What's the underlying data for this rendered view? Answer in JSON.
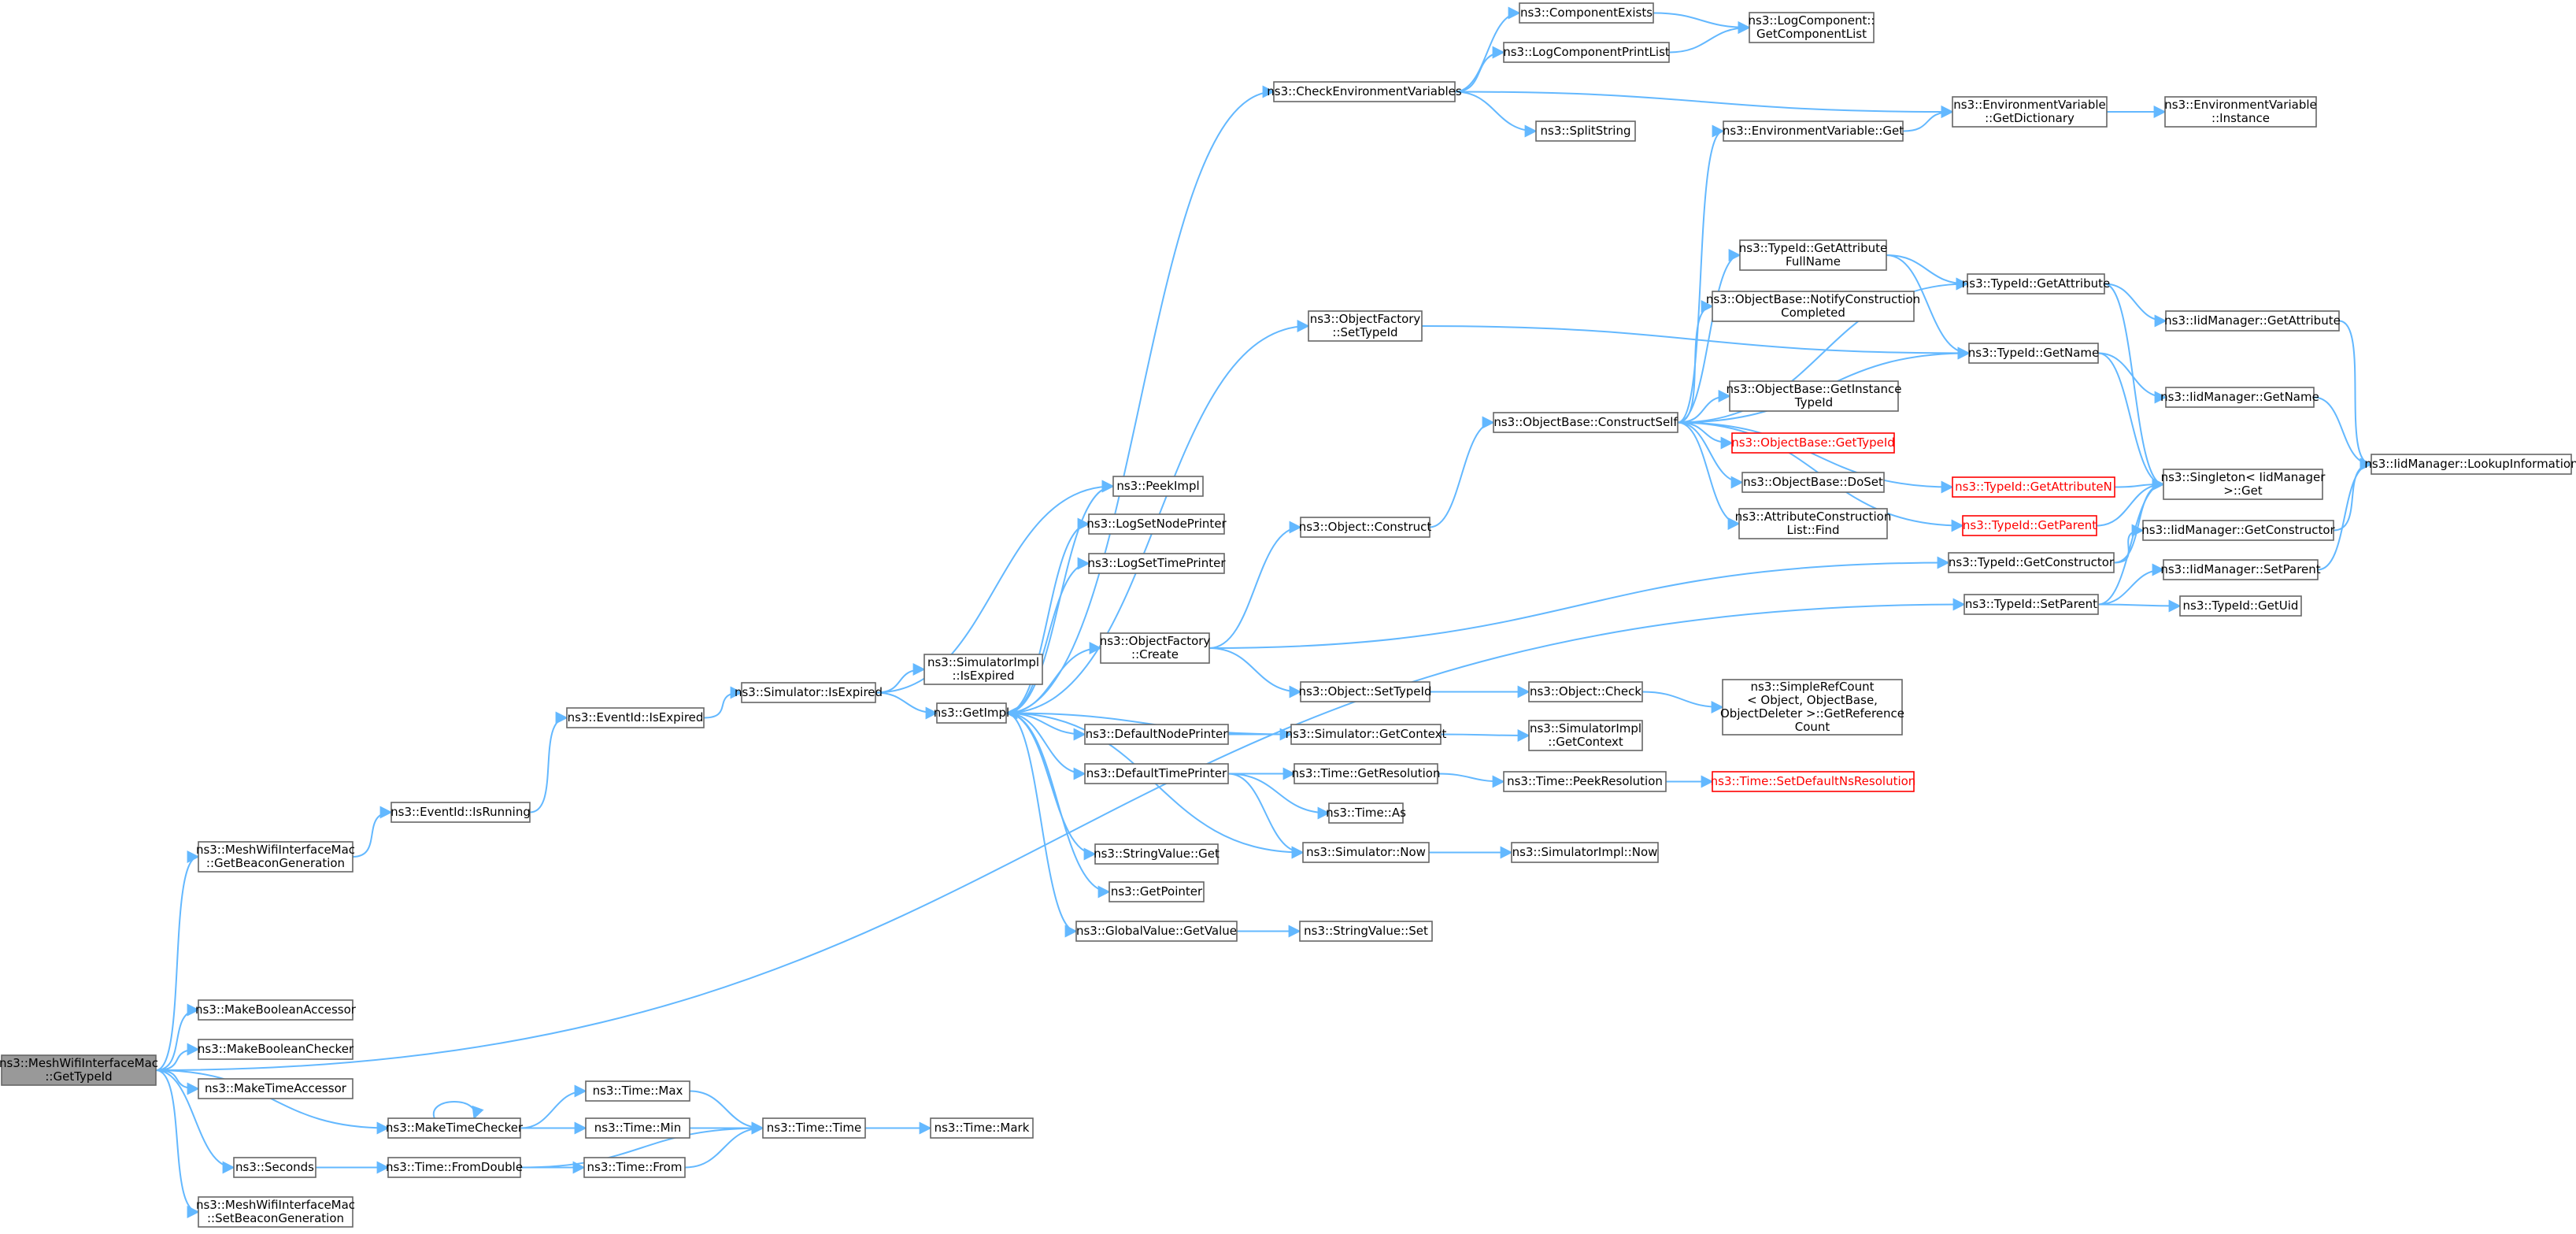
{
  "nodes": [
    {
      "id": "root",
      "lines": [
        "ns3::MeshWifiInterfaceMac",
        "::GetTypeId"
      ],
      "style": "root"
    },
    {
      "id": "getbeacon",
      "lines": [
        "ns3::MeshWifiInterfaceMac",
        "::GetBeaconGeneration"
      ]
    },
    {
      "id": "makebooleanaccessor",
      "lines": [
        "ns3::MakeBooleanAccessor"
      ]
    },
    {
      "id": "makebooleanchecker",
      "lines": [
        "ns3::MakeBooleanChecker"
      ]
    },
    {
      "id": "maketimeaccessor",
      "lines": [
        "ns3::MakeTimeAccessor"
      ]
    },
    {
      "id": "maketimechecker",
      "lines": [
        "ns3::MakeTimeChecker"
      ]
    },
    {
      "id": "seconds",
      "lines": [
        "ns3::Seconds"
      ]
    },
    {
      "id": "setbeacon",
      "lines": [
        "ns3::MeshWifiInterfaceMac",
        "::SetBeaconGeneration"
      ]
    },
    {
      "id": "eventid_isrunning",
      "lines": [
        "ns3::EventId::IsRunning"
      ]
    },
    {
      "id": "eventid_isexpired",
      "lines": [
        "ns3::EventId::IsExpired"
      ]
    },
    {
      "id": "simulator_isexpired",
      "lines": [
        "ns3::Simulator::IsExpired"
      ]
    },
    {
      "id": "simimpl_isexpired",
      "lines": [
        "ns3::SimulatorImpl",
        "::IsExpired"
      ]
    },
    {
      "id": "getimpl",
      "lines": [
        "ns3::GetImpl"
      ]
    },
    {
      "id": "peekimpl",
      "lines": [
        "ns3::PeekImpl"
      ]
    },
    {
      "id": "logsetnodeprinter",
      "lines": [
        "ns3::LogSetNodePrinter"
      ]
    },
    {
      "id": "logsettimeprinter",
      "lines": [
        "ns3::LogSetTimePrinter"
      ]
    },
    {
      "id": "objectfactory_create",
      "lines": [
        "ns3::ObjectFactory",
        "::Create"
      ]
    },
    {
      "id": "defaultnodeprinter",
      "lines": [
        "ns3::DefaultNodePrinter"
      ]
    },
    {
      "id": "defaulttimeprinter",
      "lines": [
        "ns3::DefaultTimePrinter"
      ]
    },
    {
      "id": "stringvalue_get",
      "lines": [
        "ns3::StringValue::Get"
      ]
    },
    {
      "id": "getpointer",
      "lines": [
        "ns3::GetPointer"
      ]
    },
    {
      "id": "globalvalue_getvalue",
      "lines": [
        "ns3::GlobalValue::GetValue"
      ]
    },
    {
      "id": "checkenv",
      "lines": [
        "ns3::CheckEnvironmentVariables"
      ]
    },
    {
      "id": "objectfactory_settypeid",
      "lines": [
        "ns3::ObjectFactory",
        "::SetTypeId"
      ]
    },
    {
      "id": "object_construct",
      "lines": [
        "ns3::Object::Construct"
      ]
    },
    {
      "id": "object_settypeid",
      "lines": [
        "ns3::Object::SetTypeId"
      ]
    },
    {
      "id": "simulator_getcontext",
      "lines": [
        "ns3::Simulator::GetContext"
      ]
    },
    {
      "id": "time_getresolution",
      "lines": [
        "ns3::Time::GetResolution"
      ]
    },
    {
      "id": "time_as",
      "lines": [
        "ns3::Time::As"
      ]
    },
    {
      "id": "simulator_now",
      "lines": [
        "ns3::Simulator::Now"
      ]
    },
    {
      "id": "stringvalue_set",
      "lines": [
        "ns3::StringValue::Set"
      ]
    },
    {
      "id": "componentexists",
      "lines": [
        "ns3::ComponentExists"
      ]
    },
    {
      "id": "logcomponentprintlist",
      "lines": [
        "ns3::LogComponentPrintList"
      ]
    },
    {
      "id": "splitstring",
      "lines": [
        "ns3::SplitString"
      ]
    },
    {
      "id": "objectbase_constructself",
      "lines": [
        "ns3::ObjectBase::ConstructSelf"
      ]
    },
    {
      "id": "object_check",
      "lines": [
        "ns3::Object::Check"
      ]
    },
    {
      "id": "simimpl_getcontext",
      "lines": [
        "ns3::SimulatorImpl",
        "::GetContext"
      ]
    },
    {
      "id": "time_peekresolution",
      "lines": [
        "ns3::Time::PeekResolution"
      ]
    },
    {
      "id": "simimpl_now",
      "lines": [
        "ns3::SimulatorImpl::Now"
      ]
    },
    {
      "id": "envvar_get",
      "lines": [
        "ns3::EnvironmentVariable::Get"
      ]
    },
    {
      "id": "typeid_getattributefullname",
      "lines": [
        "ns3::TypeId::GetAttribute",
        "FullName"
      ]
    },
    {
      "id": "objectbase_notifyconstructioncompleted",
      "lines": [
        "ns3::ObjectBase::NotifyConstruction",
        "Completed"
      ]
    },
    {
      "id": "objectbase_getinstancetypeid",
      "lines": [
        "ns3::ObjectBase::GetInstance",
        "TypeId"
      ]
    },
    {
      "id": "objectbase_gettypeid",
      "lines": [
        "ns3::ObjectBase::GetTypeId"
      ],
      "style": "red"
    },
    {
      "id": "objectbase_doset",
      "lines": [
        "ns3::ObjectBase::DoSet"
      ]
    },
    {
      "id": "attributeconstructionlist_find",
      "lines": [
        "ns3::AttributeConstruction",
        "List::Find"
      ]
    },
    {
      "id": "simplerefcount",
      "lines": [
        "ns3::SimpleRefCount",
        "< Object, ObjectBase,",
        "ObjectDeleter >::GetReference",
        "Count"
      ]
    },
    {
      "id": "time_setdefaultnsresolution",
      "lines": [
        "ns3::Time::SetDefaultNsResolution"
      ],
      "style": "red"
    },
    {
      "id": "logcomponent_getcomponentlist",
      "lines": [
        "ns3::LogComponent::",
        "GetComponentList"
      ]
    },
    {
      "id": "envvar_getdictionary",
      "lines": [
        "ns3::EnvironmentVariable",
        "::GetDictionary"
      ]
    },
    {
      "id": "typeid_getattribute",
      "lines": [
        "ns3::TypeId::GetAttribute"
      ]
    },
    {
      "id": "typeid_getname",
      "lines": [
        "ns3::TypeId::GetName"
      ]
    },
    {
      "id": "typeid_getattributen",
      "lines": [
        "ns3::TypeId::GetAttributeN"
      ],
      "style": "red"
    },
    {
      "id": "typeid_getparent",
      "lines": [
        "ns3::TypeId::GetParent"
      ],
      "style": "red"
    },
    {
      "id": "typeid_getconstructor",
      "lines": [
        "ns3::TypeId::GetConstructor"
      ]
    },
    {
      "id": "typeid_setparent",
      "lines": [
        "ns3::TypeId::SetParent"
      ]
    },
    {
      "id": "envvar_instance",
      "lines": [
        "ns3::EnvironmentVariable",
        "::Instance"
      ]
    },
    {
      "id": "iidmanager_getattribute",
      "lines": [
        "ns3::IidManager::GetAttribute"
      ]
    },
    {
      "id": "iidmanager_getname",
      "lines": [
        "ns3::IidManager::GetName"
      ]
    },
    {
      "id": "singleton_get",
      "lines": [
        "ns3::Singleton< IidManager",
        ">::Get"
      ]
    },
    {
      "id": "iidmanager_getconstructor",
      "lines": [
        "ns3::IidManager::GetConstructor"
      ]
    },
    {
      "id": "iidmanager_setparent",
      "lines": [
        "ns3::IidManager::SetParent"
      ]
    },
    {
      "id": "typeid_getuid",
      "lines": [
        "ns3::TypeId::GetUid"
      ]
    },
    {
      "id": "iidmanager_lookupinformation",
      "lines": [
        "ns3::IidManager::LookupInformation"
      ]
    },
    {
      "id": "time_max",
      "lines": [
        "ns3::Time::Max"
      ]
    },
    {
      "id": "time_min",
      "lines": [
        "ns3::Time::Min"
      ]
    },
    {
      "id": "time_fromdouble",
      "lines": [
        "ns3::Time::FromDouble"
      ]
    },
    {
      "id": "time_from",
      "lines": [
        "ns3::Time::From"
      ]
    },
    {
      "id": "time_time",
      "lines": [
        "ns3::Time::Time"
      ]
    },
    {
      "id": "time_mark",
      "lines": [
        "ns3::Time::Mark"
      ]
    }
  ],
  "edges": [
    [
      "root",
      "getbeacon"
    ],
    [
      "root",
      "makebooleanaccessor"
    ],
    [
      "root",
      "makebooleanchecker"
    ],
    [
      "root",
      "maketimeaccessor"
    ],
    [
      "root",
      "maketimechecker"
    ],
    [
      "root",
      "seconds"
    ],
    [
      "root",
      "setbeacon"
    ],
    [
      "root",
      "typeid_setparent"
    ],
    [
      "getbeacon",
      "eventid_isrunning"
    ],
    [
      "eventid_isrunning",
      "eventid_isexpired"
    ],
    [
      "eventid_isexpired",
      "simulator_isexpired"
    ],
    [
      "simulator_isexpired",
      "simimpl_isexpired"
    ],
    [
      "simulator_isexpired",
      "getimpl"
    ],
    [
      "simulator_isexpired",
      "peekimpl"
    ],
    [
      "getimpl",
      "peekimpl"
    ],
    [
      "getimpl",
      "logsetnodeprinter"
    ],
    [
      "getimpl",
      "logsettimeprinter"
    ],
    [
      "getimpl",
      "objectfactory_create"
    ],
    [
      "getimpl",
      "defaultnodeprinter"
    ],
    [
      "getimpl",
      "defaulttimeprinter"
    ],
    [
      "getimpl",
      "stringvalue_get"
    ],
    [
      "getimpl",
      "getpointer"
    ],
    [
      "getimpl",
      "globalvalue_getvalue"
    ],
    [
      "getimpl",
      "checkenv"
    ],
    [
      "getimpl",
      "objectfactory_settypeid"
    ],
    [
      "getimpl",
      "simulator_now"
    ],
    [
      "simulator_getcontext",
      "getimpl"
    ],
    [
      "objectfactory_create",
      "object_construct"
    ],
    [
      "objectfactory_create",
      "object_settypeid"
    ],
    [
      "objectfactory_create",
      "typeid_getconstructor"
    ],
    [
      "object_construct",
      "objectbase_constructself"
    ],
    [
      "object_settypeid",
      "object_check"
    ],
    [
      "object_check",
      "simplerefcount"
    ],
    [
      "defaultnodeprinter",
      "simulator_getcontext"
    ],
    [
      "simulator_getcontext",
      "simimpl_getcontext"
    ],
    [
      "defaulttimeprinter",
      "time_getresolution"
    ],
    [
      "defaulttimeprinter",
      "time_as"
    ],
    [
      "defaulttimeprinter",
      "simulator_now"
    ],
    [
      "time_getresolution",
      "time_peekresolution"
    ],
    [
      "time_peekresolution",
      "time_setdefaultnsresolution"
    ],
    [
      "simulator_now",
      "simimpl_now"
    ],
    [
      "globalvalue_getvalue",
      "stringvalue_set"
    ],
    [
      "checkenv",
      "componentexists"
    ],
    [
      "checkenv",
      "logcomponentprintlist"
    ],
    [
      "checkenv",
      "splitstring"
    ],
    [
      "checkenv",
      "envvar_getdictionary"
    ],
    [
      "componentexists",
      "logcomponent_getcomponentlist"
    ],
    [
      "logcomponentprintlist",
      "logcomponent_getcomponentlist"
    ],
    [
      "envvar_get",
      "envvar_getdictionary"
    ],
    [
      "envvar_getdictionary",
      "envvar_instance"
    ],
    [
      "objectfactory_settypeid",
      "typeid_getname"
    ],
    [
      "objectbase_constructself",
      "envvar_get"
    ],
    [
      "objectbase_constructself",
      "typeid_getattributefullname"
    ],
    [
      "objectbase_constructself",
      "objectbase_notifyconstructioncompleted"
    ],
    [
      "objectbase_constructself",
      "typeid_getname"
    ],
    [
      "objectbase_constructself",
      "objectbase_getinstancetypeid"
    ],
    [
      "objectbase_constructself",
      "objectbase_gettypeid"
    ],
    [
      "objectbase_constructself",
      "objectbase_doset"
    ],
    [
      "objectbase_constructself",
      "attributeconstructionlist_find"
    ],
    [
      "objectbase_constructself",
      "typeid_getattributen"
    ],
    [
      "objectbase_constructself",
      "typeid_getparent"
    ],
    [
      "objectbase_constructself",
      "typeid_getattribute"
    ],
    [
      "typeid_getattributefullname",
      "typeid_getattribute"
    ],
    [
      "typeid_getattributefullname",
      "typeid_getname"
    ],
    [
      "typeid_getattribute",
      "iidmanager_getattribute"
    ],
    [
      "typeid_getattribute",
      "singleton_get"
    ],
    [
      "typeid_getname",
      "iidmanager_getname"
    ],
    [
      "typeid_getname",
      "singleton_get"
    ],
    [
      "typeid_getattributen",
      "singleton_get"
    ],
    [
      "typeid_getparent",
      "singleton_get"
    ],
    [
      "typeid_getconstructor",
      "iidmanager_getconstructor"
    ],
    [
      "typeid_getconstructor",
      "singleton_get"
    ],
    [
      "typeid_setparent",
      "iidmanager_setparent"
    ],
    [
      "typeid_setparent",
      "typeid_getuid"
    ],
    [
      "typeid_setparent",
      "singleton_get"
    ],
    [
      "iidmanager_getattribute",
      "iidmanager_lookupinformation"
    ],
    [
      "iidmanager_getname",
      "iidmanager_lookupinformation"
    ],
    [
      "iidmanager_getconstructor",
      "iidmanager_lookupinformation"
    ],
    [
      "iidmanager_setparent",
      "iidmanager_lookupinformation"
    ],
    [
      "maketimechecker",
      "maketimechecker"
    ],
    [
      "maketimechecker",
      "time_max"
    ],
    [
      "maketimechecker",
      "time_min"
    ],
    [
      "time_max",
      "time_time"
    ],
    [
      "time_min",
      "time_time"
    ],
    [
      "time_from",
      "time_time"
    ],
    [
      "time_time",
      "time_mark"
    ],
    [
      "seconds",
      "time_fromdouble"
    ],
    [
      "time_fromdouble",
      "time_from"
    ],
    [
      "time_fromdouble",
      "time_time"
    ]
  ],
  "colors": {
    "edge": "#63b8ff",
    "node_border": "#666666",
    "root_fill": "#999999",
    "error_border": "#ff0000"
  }
}
